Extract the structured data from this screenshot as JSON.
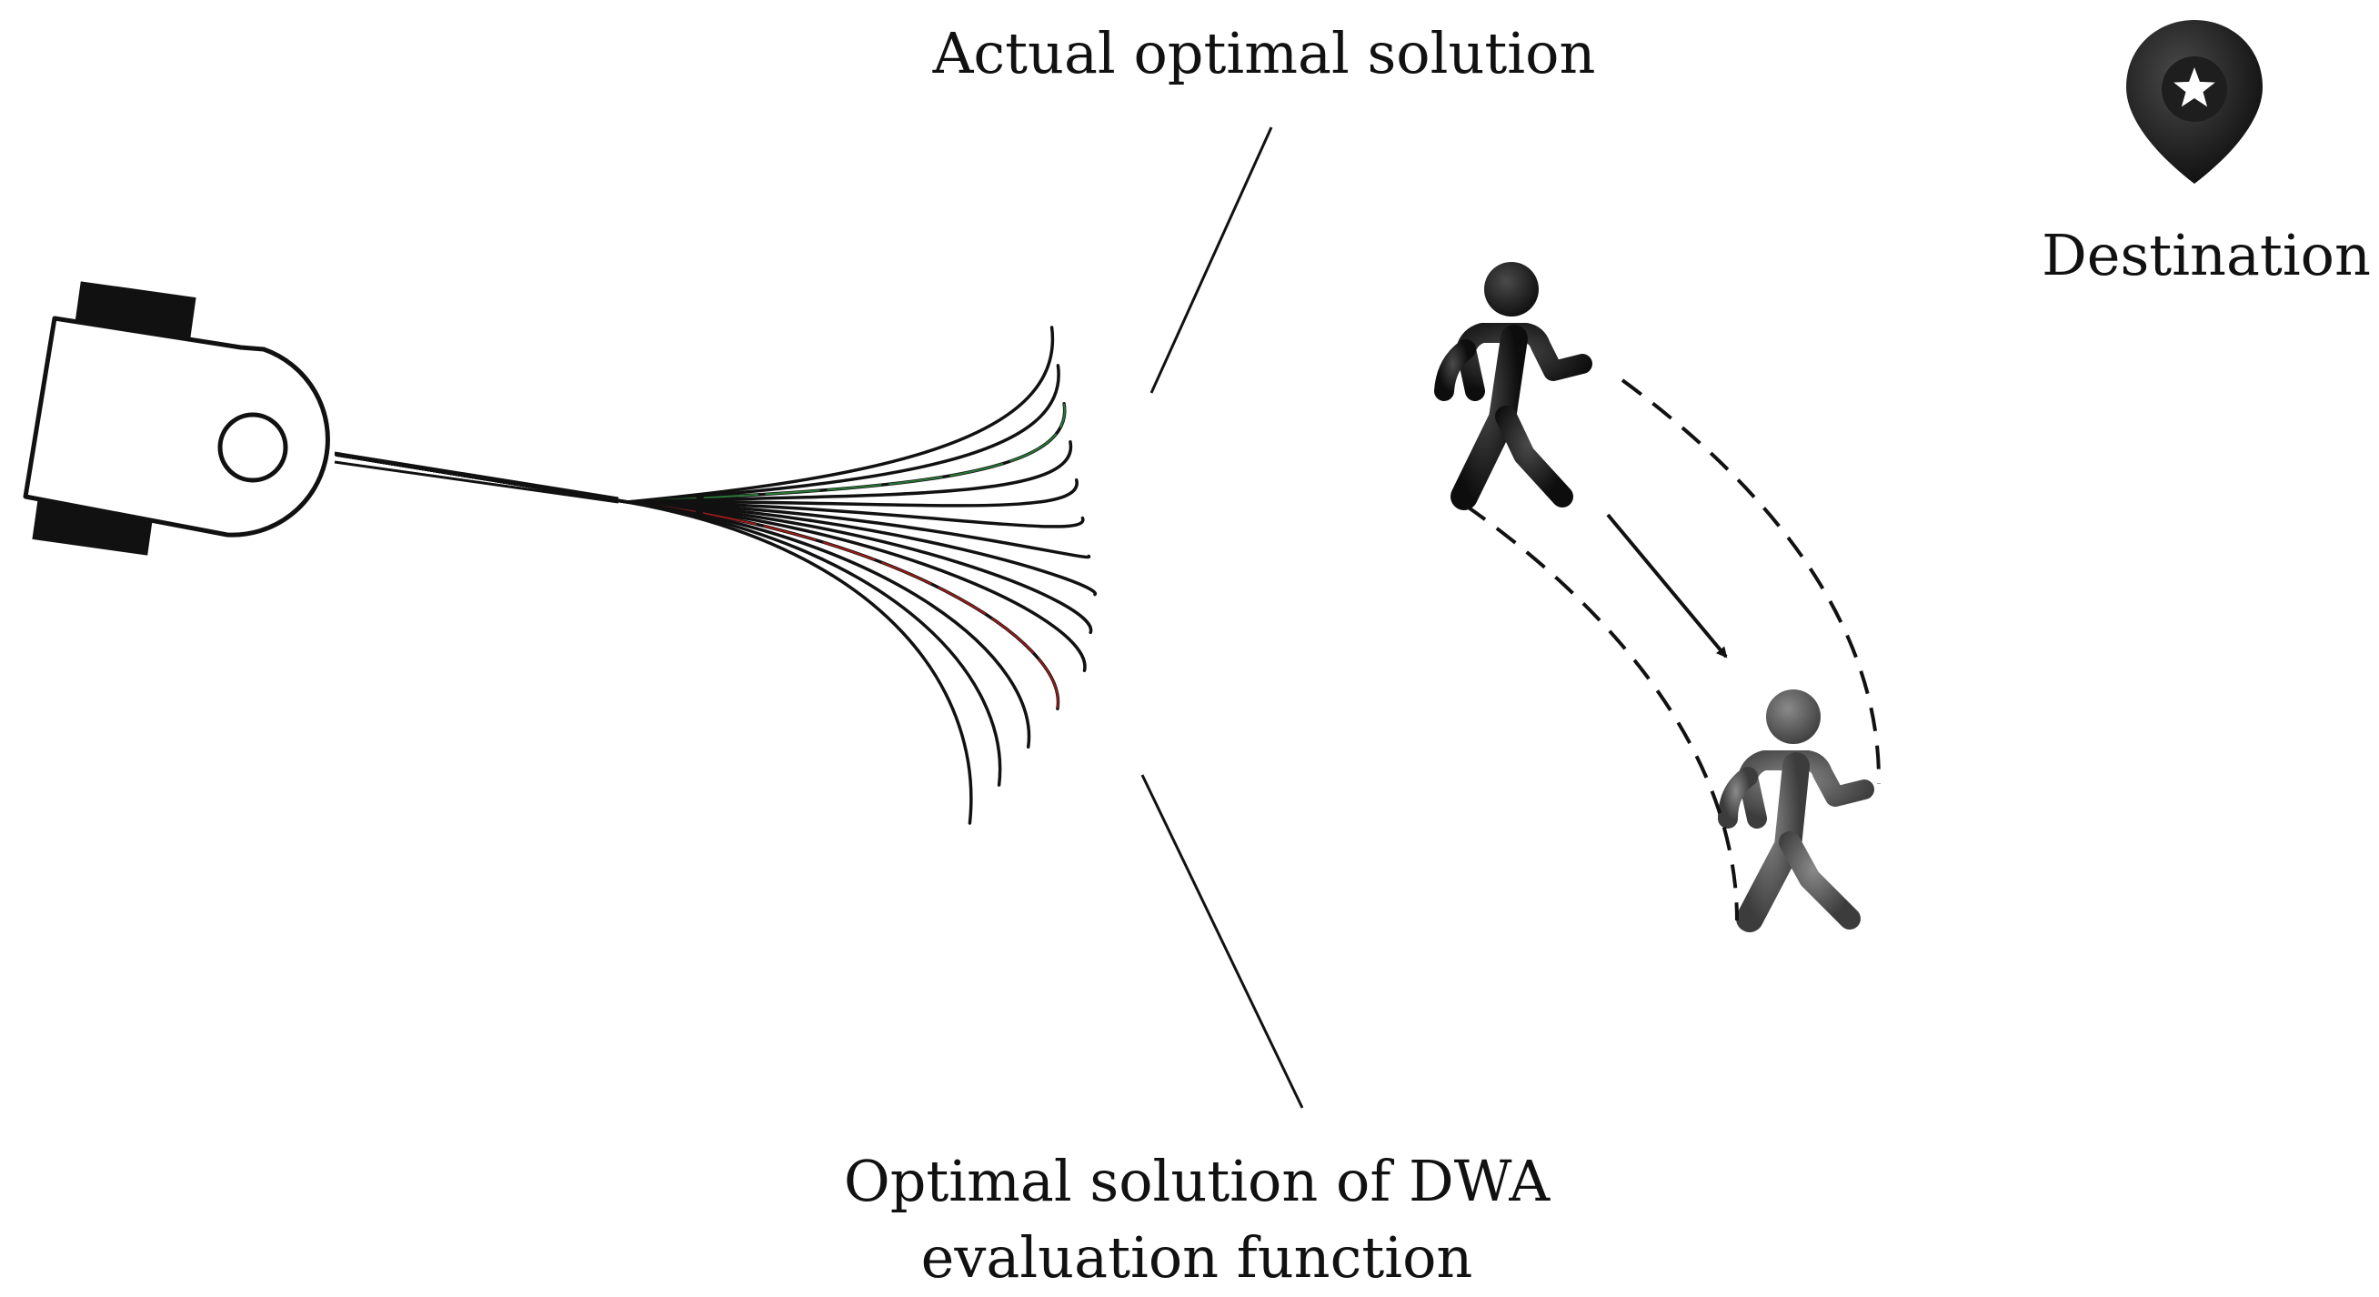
{
  "labels": {
    "actual_optimal": "Actual optimal solution",
    "dwa_optimal_line1": "Optimal solution of DWA",
    "dwa_optimal_line2": "evaluation function",
    "destination": "Destination"
  },
  "colors": {
    "ink": "#111111",
    "actual_optimal_trajectory": "#2e8b3e",
    "dwa_optimal_trajectory": "#b0201a",
    "pedestrian_current": "#1a1a1a",
    "pedestrian_future": "#5a5a5a",
    "background": "#ffffff"
  },
  "icons": {
    "robot": "mobile-robot-topview-icon",
    "destination": "map-pin-star-icon",
    "pedestrian_current": "walking-person-icon",
    "pedestrian_future": "walking-person-future-icon",
    "motion": "arrow-down-right-icon"
  },
  "trajectories": {
    "count": 14,
    "highlighted": {
      "actual_optimal_index": 2,
      "dwa_optimal_index": 10
    }
  }
}
